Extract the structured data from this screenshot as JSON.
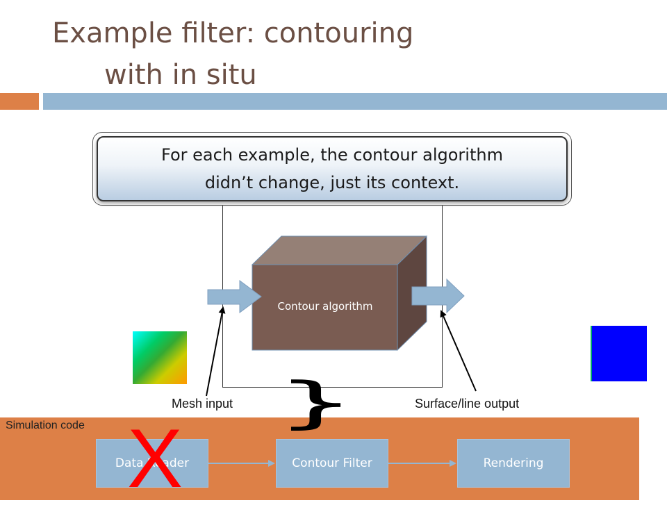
{
  "title": {
    "line1": "Example filter: contouring",
    "line2": "with in situ"
  },
  "callout": {
    "text": "For each example, the contour algorithm\ndidn’t change, just its context."
  },
  "cube": {
    "label": "Contour algorithm"
  },
  "labels": {
    "mesh_input": "Mesh input",
    "surface_output": "Surface/line output",
    "brace": "}"
  },
  "simulation": {
    "label": "Simulation code",
    "pipeline": [
      {
        "label": "Data Reader"
      },
      {
        "label": "Contour Filter"
      },
      {
        "label": "Rendering"
      }
    ],
    "x_mark": "X"
  },
  "colors": {
    "accent_orange": "#dd8047",
    "accent_blue": "#94b6d2",
    "title_brown": "#6b4f44",
    "cube_front": "#7a5c52",
    "cross_red": "#ff0000"
  }
}
